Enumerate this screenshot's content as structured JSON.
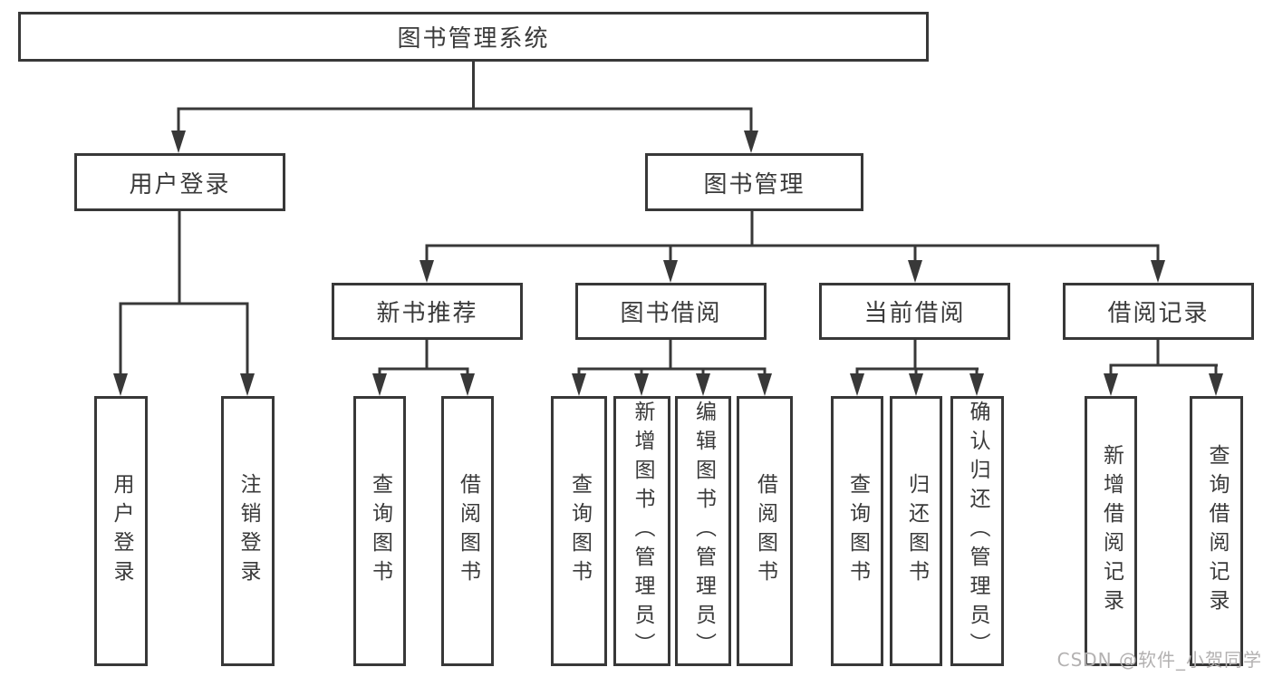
{
  "tree": {
    "label": "图书管理系统",
    "children": [
      {
        "label": "用户登录",
        "children": [
          {
            "label": "用户登录"
          },
          {
            "label": "注销登录"
          }
        ]
      },
      {
        "label": "图书管理",
        "children": [
          {
            "label": "新书推荐",
            "children": [
              {
                "label": "查询图书"
              },
              {
                "label": "借阅图书"
              }
            ]
          },
          {
            "label": "图书借阅",
            "children": [
              {
                "label": "查询图书"
              },
              {
                "label": "新增图书（管理员）"
              },
              {
                "label": "编辑图书（管理员）"
              },
              {
                "label": "借阅图书"
              }
            ]
          },
          {
            "label": "当前借阅",
            "children": [
              {
                "label": "查询图书"
              },
              {
                "label": "归还图书"
              },
              {
                "label": "确认归还（管理员）"
              }
            ]
          },
          {
            "label": "借阅记录",
            "children": [
              {
                "label": "新增借阅记录"
              },
              {
                "label": "查询借阅记录"
              }
            ]
          }
        ]
      }
    ]
  },
  "watermark": {
    "text": "CSDN @软件_小贺同学"
  },
  "colors": {
    "line": "#383838",
    "box_border": "#383838",
    "text": "#3a3a3a",
    "watermark": "#b3b1b1",
    "background": "#ffffff"
  }
}
